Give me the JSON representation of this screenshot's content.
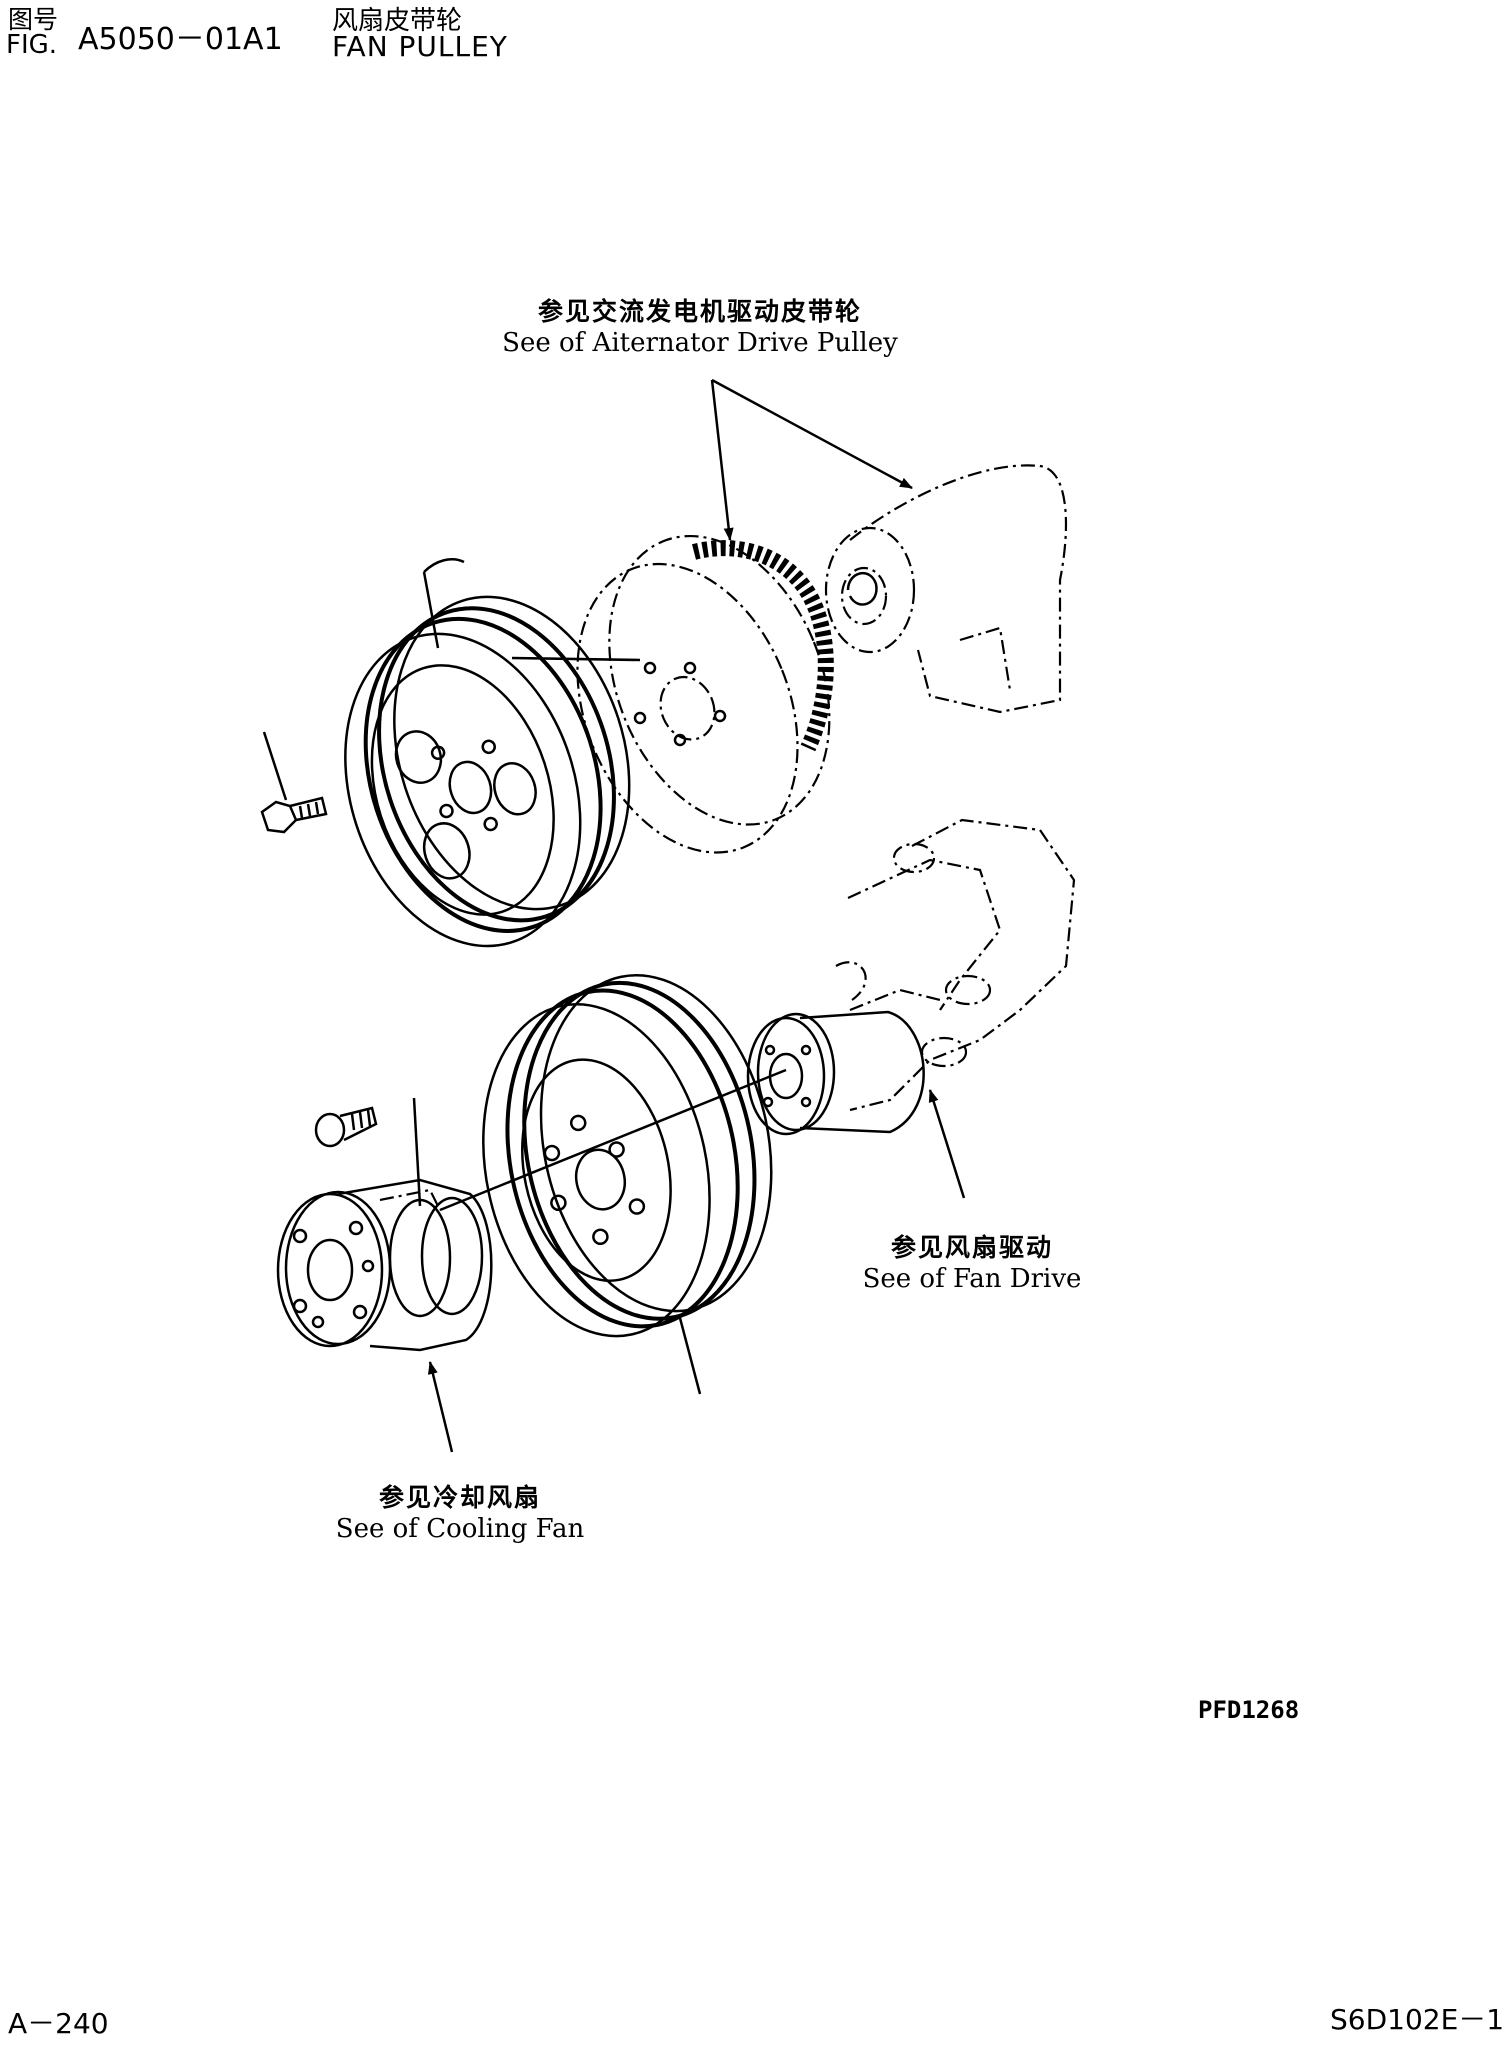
{
  "header": {
    "fig_label_cn": "图号",
    "fig_label_en": "FIG.",
    "fig_number": "A5050－01A1",
    "title_cn": "风扇皮带轮",
    "title_en": "FAN PULLEY"
  },
  "callouts": {
    "alternator_cn": "参见交流发电机驱动皮带轮",
    "alternator_en": "See of Aiternator Drive Pulley",
    "fan_drive_cn": "参见风扇驱动",
    "fan_drive_en": "See of Fan Drive",
    "cooling_fan_cn": "参见冷却风扇",
    "cooling_fan_en": "See of Cooling Fan"
  },
  "footer": {
    "drawing_code": "PFD1268",
    "page_number": "A－240",
    "model_code": "S6D102E－1"
  },
  "icons": [
    "pulley-icon",
    "bolt-icon",
    "alternator-icon",
    "fan-drive-icon",
    "fan-spacer-icon"
  ]
}
